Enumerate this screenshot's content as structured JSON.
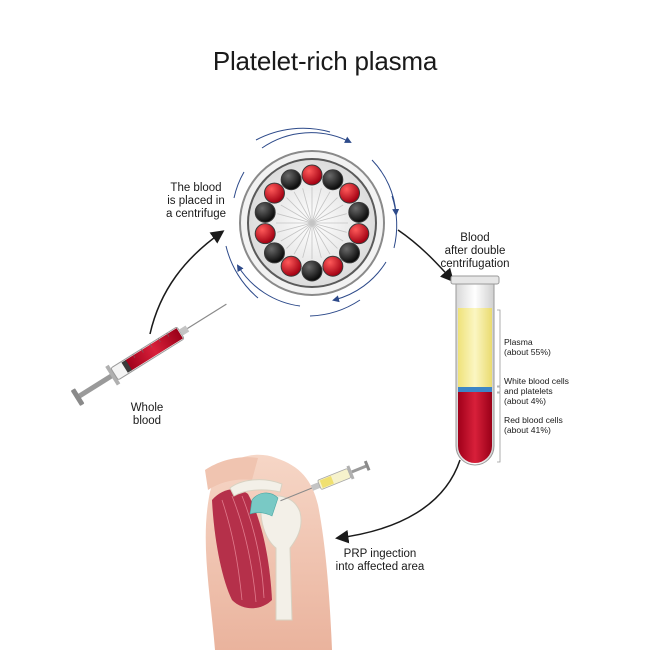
{
  "title": "Platelet-rich plasma",
  "steps": {
    "centrifuge": [
      "The blood",
      "is placed in",
      "a centrifuge"
    ],
    "whole_blood": [
      "Whole",
      "blood"
    ],
    "double_centrifugation": [
      "Blood",
      "after double",
      "centrifugation"
    ],
    "injection": [
      "PRP ingection",
      "into affected area"
    ]
  },
  "layers": {
    "plasma": [
      "Plasma",
      "(about 55%)"
    ],
    "buffy": [
      "White blood cells",
      "and platelets",
      "(about 4%)"
    ],
    "red": [
      "Red blood cells",
      "(about 41%)"
    ]
  },
  "colors": {
    "blood_red": "#c8102e",
    "plasma_yellow": "#f5ef9e",
    "buffy_blue": "#3d86c6",
    "arrow": "#1a1a1a",
    "motion_blue": "#2d4a8a",
    "skin": "#f3c9b5",
    "muscle": "#b5304a",
    "tendon": "#79c9c5"
  }
}
